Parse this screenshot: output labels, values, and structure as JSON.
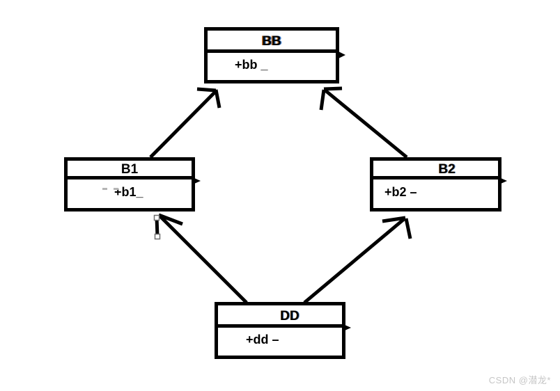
{
  "diagram": {
    "kind": "uml-class-diamond-inheritance",
    "classes": [
      {
        "id": "BB",
        "name": "BB",
        "member": "+bb _"
      },
      {
        "id": "B1",
        "name": "B1",
        "member": "+b1_"
      },
      {
        "id": "B2",
        "name": "B2",
        "member": "+b2 –"
      },
      {
        "id": "DD",
        "name": "DD",
        "member": "+dd –"
      }
    ],
    "edges": [
      {
        "from": "B1",
        "to": "BB",
        "type": "generalization-arrow"
      },
      {
        "from": "B2",
        "to": "BB",
        "type": "generalization-arrow"
      },
      {
        "from": "DD",
        "to": "B1",
        "type": "generalization-arrow"
      },
      {
        "from": "DD",
        "to": "B2",
        "type": "generalization-arrow"
      }
    ]
  },
  "watermark": {
    "text": "CSDN @潜龙*"
  },
  "colors": {
    "stroke": "#000000",
    "background": "#ffffff",
    "watermark_gray": "#c6c6c6",
    "fringe_orange": "#c8762a",
    "fringe_blue": "#3d7cc9",
    "handle_border": "#6e6e6e",
    "faint_mark_gray": "#b5b5b5"
  }
}
